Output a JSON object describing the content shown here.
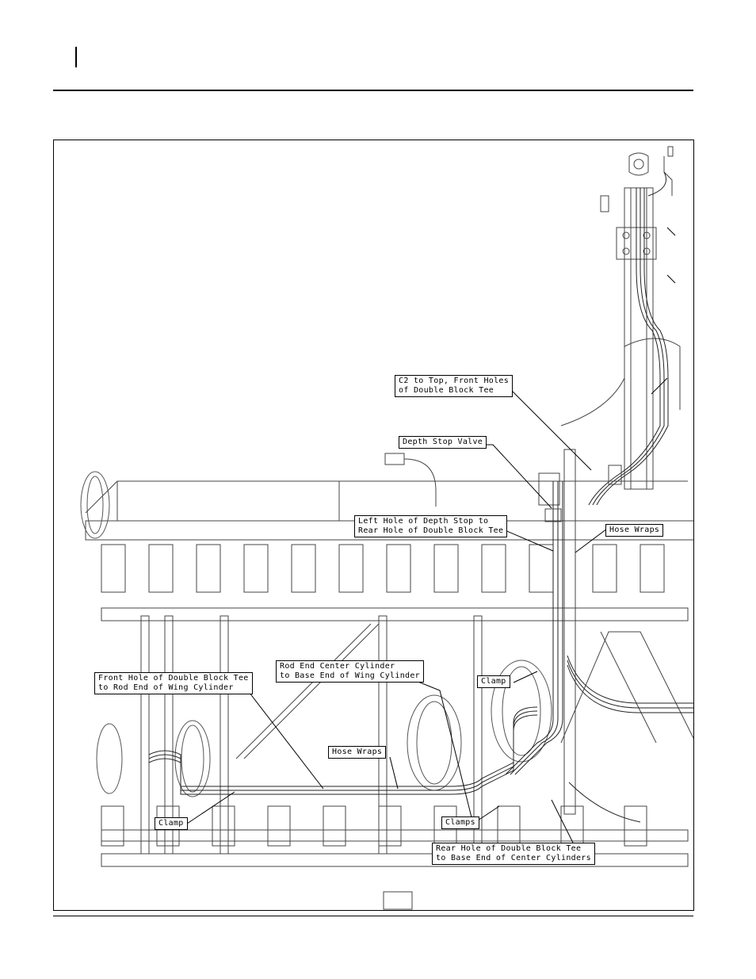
{
  "callouts": {
    "c2_top_front": {
      "line1": "C2 to Top, Front Holes",
      "line2": "of Double Block Tee"
    },
    "depth_stop_valve": {
      "line1": "Depth Stop Valve"
    },
    "left_hole_depth_stop": {
      "line1": "Left Hole of Depth Stop to",
      "line2": "Rear Hole of Double Block Tee"
    },
    "hose_wraps_upper": {
      "line1": "Hose Wraps"
    },
    "rod_end_center": {
      "line1": "Rod End Center Cylinder",
      "line2": "to Base End of Wing Cylinder"
    },
    "front_hole": {
      "line1": "Front Hole of Double Block Tee",
      "line2": "to Rod End of Wing Cylinder"
    },
    "clamp_right": {
      "line1": "Clamp"
    },
    "hose_wraps_lower": {
      "line1": "Hose Wraps"
    },
    "clamp_left": {
      "line1": "Clamp"
    },
    "clamps": {
      "line1": "Clamps"
    },
    "rear_hole": {
      "line1": "Rear Hole of Double Block Tee",
      "line2": "to Base End of Center Cylinders"
    }
  }
}
